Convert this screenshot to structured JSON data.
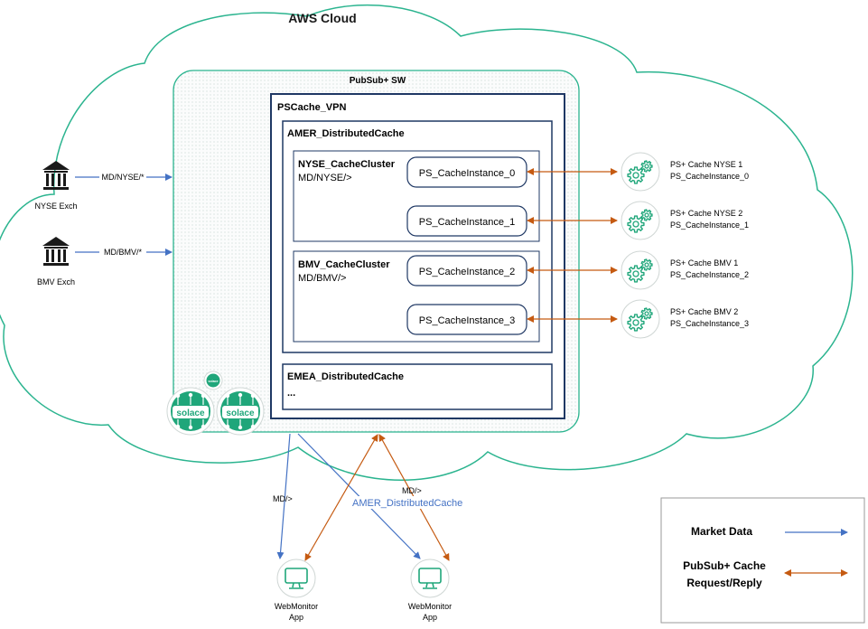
{
  "cloud": {
    "title": "AWS Cloud"
  },
  "broker": {
    "title": "PubSub+ SW"
  },
  "vpn": {
    "title": "PSCache_VPN"
  },
  "amer": {
    "title": "AMER_DistributedCache",
    "nyse": {
      "title": "NYSE_CacheCluster",
      "topic": "MD/NYSE/>",
      "instances": [
        "PS_CacheInstance_0",
        "PS_CacheInstance_1"
      ]
    },
    "bmv": {
      "title": "BMV_CacheCluster",
      "topic": "MD/BMV/>",
      "instances": [
        "PS_CacheInstance_2",
        "PS_CacheInstance_3"
      ]
    }
  },
  "emea": {
    "title": "EMEA_DistributedCache",
    "ellipsis": "..."
  },
  "exchanges": [
    {
      "label": "NYSE Exch",
      "topic": "MD/NYSE/*"
    },
    {
      "label": "BMV Exch",
      "topic": "MD/BMV/*"
    }
  ],
  "cache_nodes": [
    {
      "line1": "PS+ Cache NYSE 1",
      "line2": "PS_CacheInstance_0"
    },
    {
      "line1": "PS+ Cache NYSE 2",
      "line2": "PS_CacheInstance_1"
    },
    {
      "line1": "PS+ Cache BMV 1",
      "line2": "PS_CacheInstance_2"
    },
    {
      "line1": "PS+ Cache BMV 2",
      "line2": "PS_CacheInstance_3"
    }
  ],
  "solace_logo": "solace",
  "webmonitors": [
    {
      "line1": "WebMonitor",
      "line2": "App"
    },
    {
      "line1": "WebMonitor",
      "line2": "App"
    }
  ],
  "flow_labels": {
    "md_left": "MD/>",
    "md_right": "MD/>",
    "amer": "AMER_DistributedCache"
  },
  "legend": {
    "market_data": "Market Data",
    "cache_line1": "PubSub+ Cache",
    "cache_line2": "Request/Reply"
  },
  "colors": {
    "cloud": "#2bb48f",
    "navy": "#1f3864",
    "blue_arrow": "#4472c4",
    "orange_arrow": "#c55a11",
    "teal": "#1fa67a"
  },
  "icons": [
    "bank-icon",
    "gear-icon",
    "monitor-icon",
    "solace-node-icon"
  ]
}
